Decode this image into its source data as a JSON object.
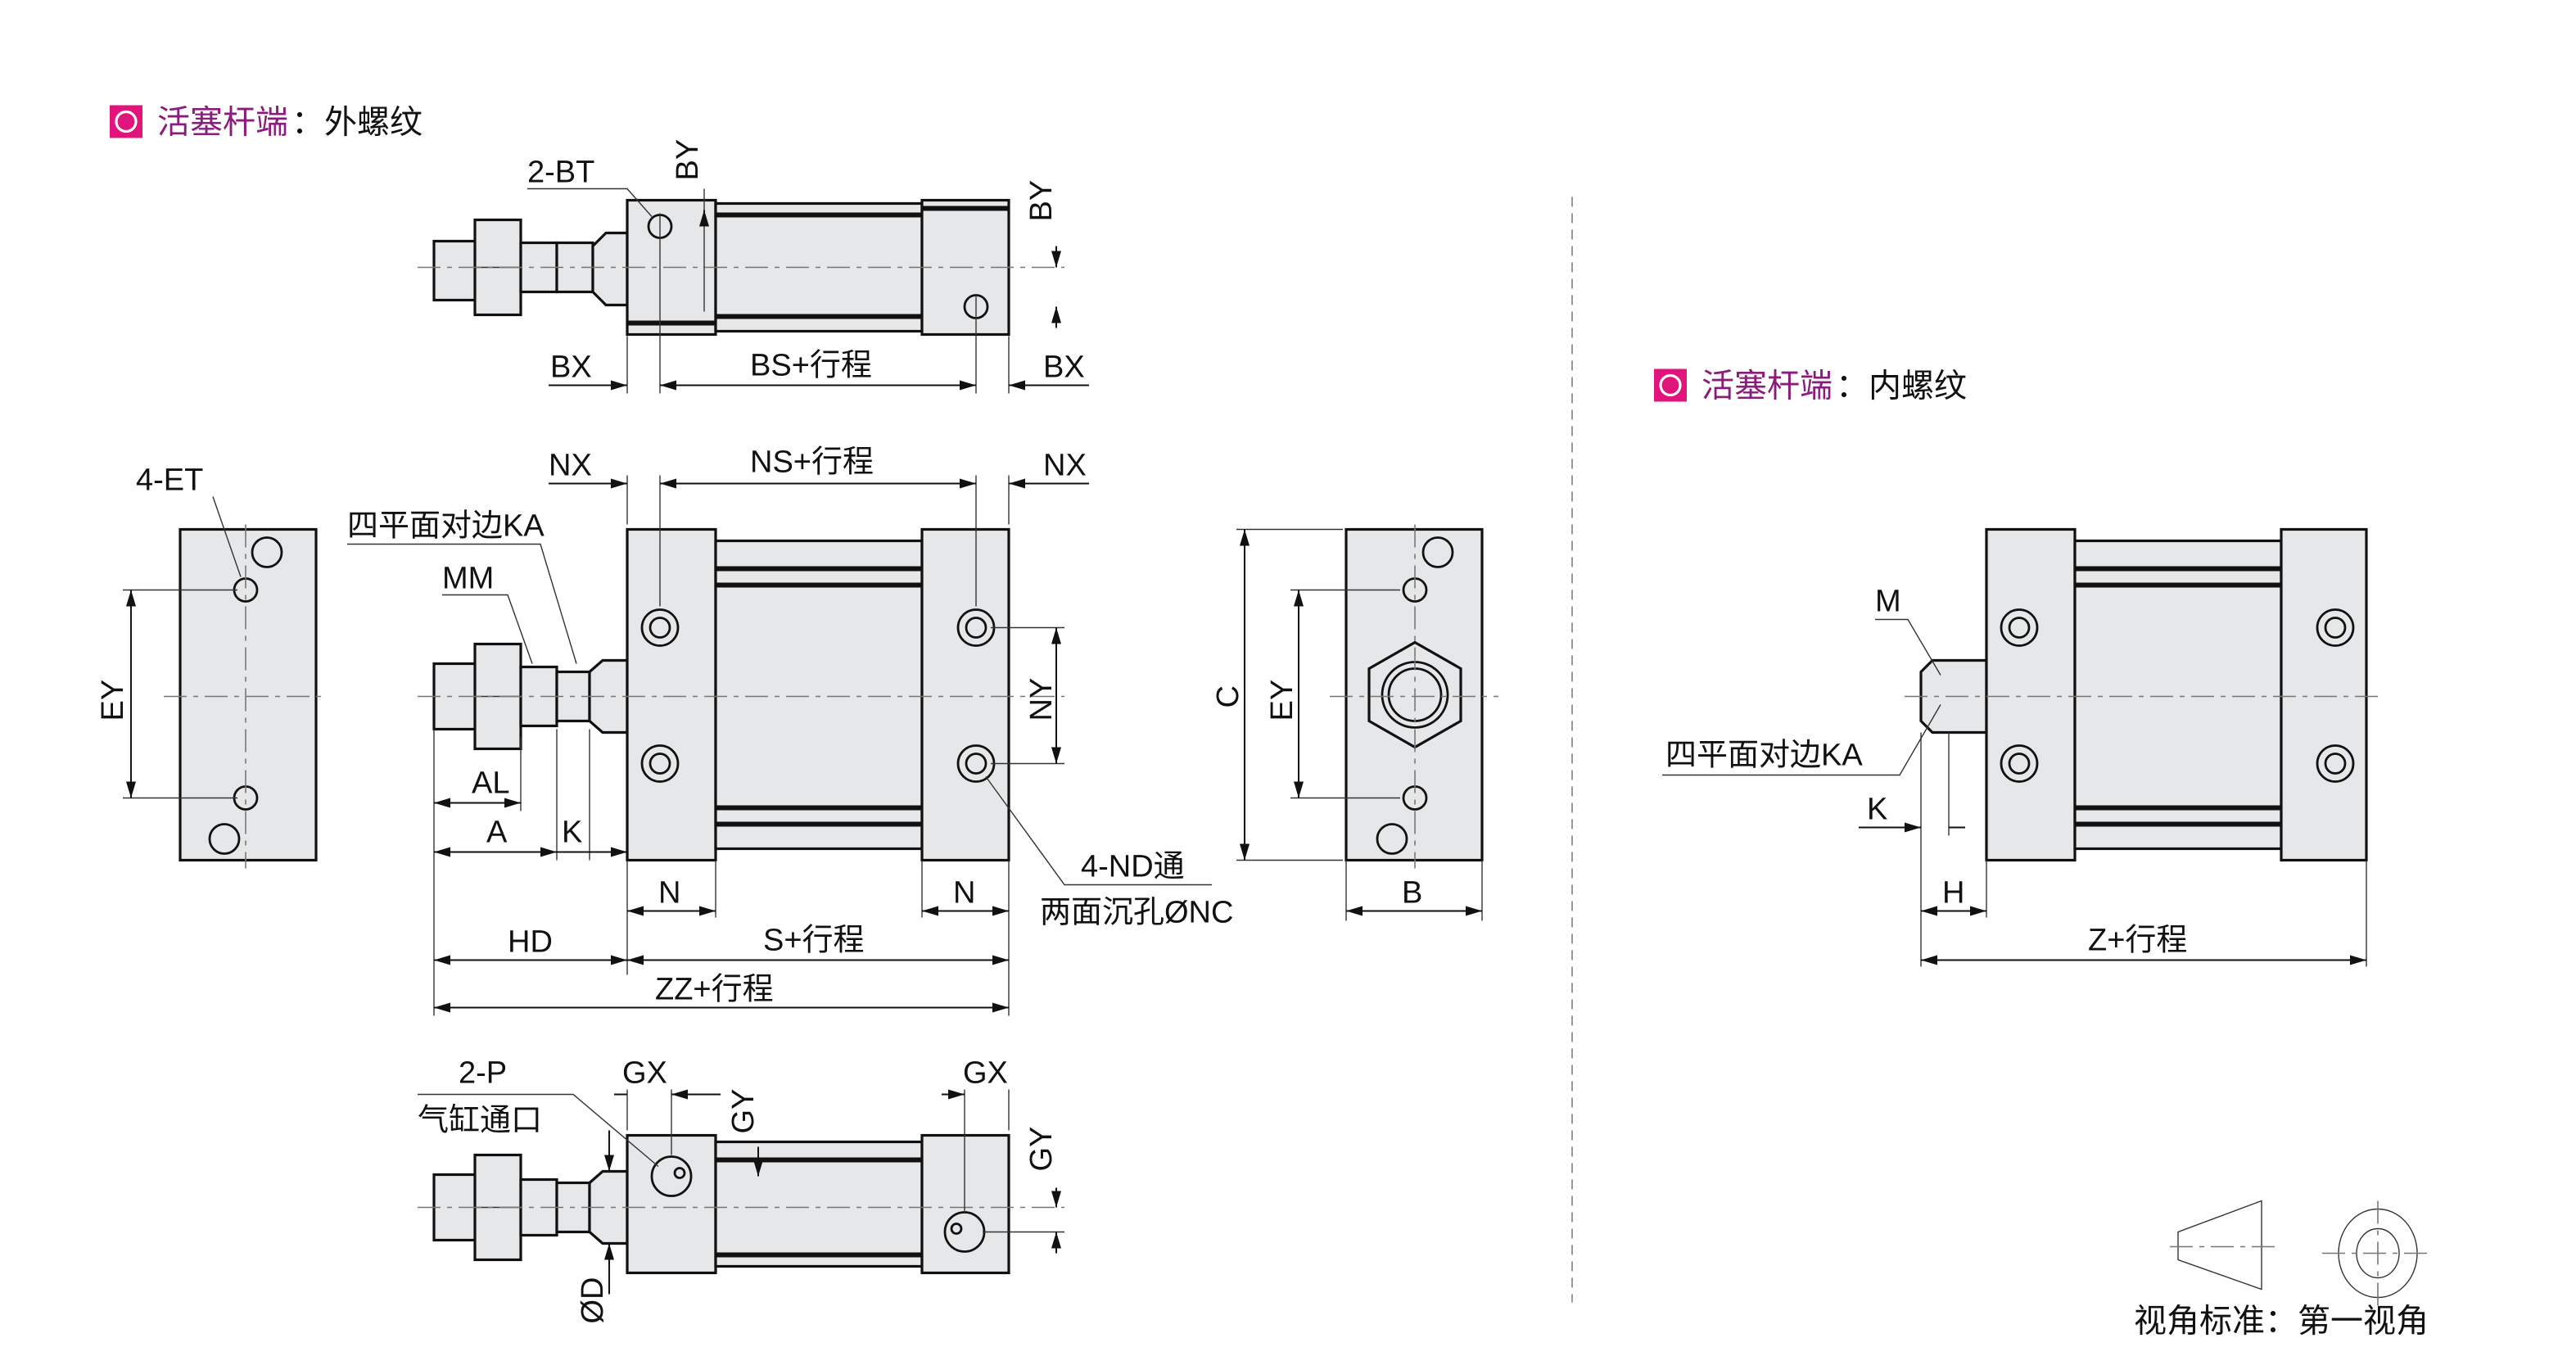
{
  "sections": {
    "external": {
      "title_accent": "活塞杆端",
      "title_rest": "：外螺纹"
    },
    "internal": {
      "title_accent": "活塞杆端",
      "title_rest": "：内螺纹"
    }
  },
  "colors": {
    "accent": "#e0147a",
    "title_text": "#8a1c7c"
  },
  "labels": {
    "bt": "2-BT",
    "by1": "BY",
    "by2": "BY",
    "bx1": "BX",
    "bs": "BS+行程",
    "bx2": "BX",
    "et": "4-ET",
    "ey_left": "EY",
    "ka": "四平面对边KA",
    "mm": "MM",
    "nx1": "NX",
    "ns": "NS+行程",
    "nx2": "NX",
    "ny": "NY",
    "al": "AL",
    "a": "A",
    "k": "K",
    "n1": "N",
    "s": "S+行程",
    "n2": "N",
    "nd": "4-ND通",
    "nc": "两面沉孔ØNC",
    "hd": "HD",
    "zz": "ZZ+行程",
    "c": "C",
    "ey_right": "EY",
    "b": "B",
    "p": "2-P",
    "port": "气缸通口",
    "gx1": "GX",
    "gy1": "GY",
    "gx2": "GX",
    "gy2": "GY",
    "od": "ØD",
    "m": "M",
    "ka2": "四平面对边KA",
    "k2": "K",
    "h": "H",
    "z": "Z+行程"
  },
  "view_standard": "视角标准：第一视角"
}
